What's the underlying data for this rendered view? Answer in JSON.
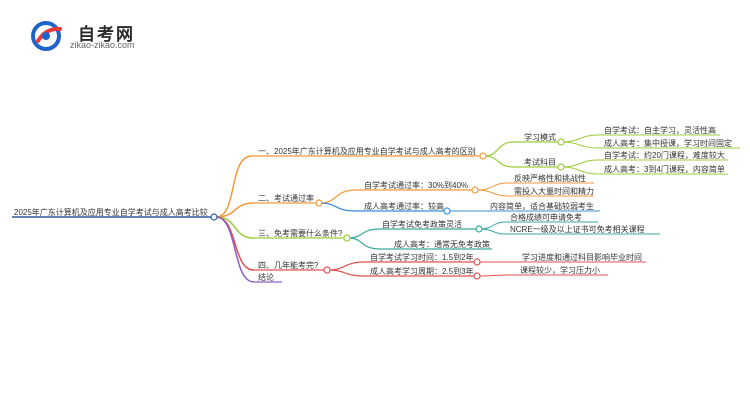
{
  "logo": {
    "title": "自考网",
    "subtitle": "zikao-zikao.com",
    "mark": "zikao-logo-icon"
  },
  "colors": {
    "orange": "#f29a38",
    "green": "#9ccc3c",
    "red": "#e05050",
    "blue": "#3a8fd8",
    "teal": "#3aa89c",
    "purple": "#8e5fc7",
    "gray": "#999999",
    "darkblue": "#2c5aa0"
  },
  "mindmap": {
    "root": "2025年广东计算机及应用专业自学考试与成人高考比较",
    "branches": [
      {
        "label": "一、2025年广东计算机及应用专业自学考试与成人高考的区别",
        "children": [
          {
            "label": "学习模式",
            "leaves": [
              "自学考试：自主学习，灵活性高",
              "成人高考：集中授课，学习时间固定"
            ]
          },
          {
            "label": "考试科目",
            "leaves": [
              "自学考试：约20门课程，难度较大",
              "成人高考：3到4门课程，内容简单"
            ]
          }
        ]
      },
      {
        "label": "二、考试通过率",
        "children": [
          {
            "label": "自学考试通过率：30%到40%",
            "leaves": [
              "反映严格性和挑战性",
              "需投入大量时间和精力"
            ]
          },
          {
            "label": "成人高考通过率：较高",
            "leaves": [
              "内容简单，适合基础较弱考生"
            ]
          }
        ]
      },
      {
        "label": "三、免考需要什么条件?",
        "children": [
          {
            "label": "自学考试免考政策灵活",
            "leaves": [
              "合格成绩可申请免考",
              "NCRE一级及以上证书可免考相关课程"
            ]
          },
          {
            "label": "成人高考：通常无免考政策",
            "leaves": []
          }
        ]
      },
      {
        "label": "四、几年能考完?",
        "children": [
          {
            "label": "自学考试学习时间：1.5到2年",
            "leaves": [
              "学习进度和通过科目影响毕业时间"
            ]
          },
          {
            "label": "成人高考学习周期：2.5到3年",
            "leaves": [
              "课程较少，学习压力小"
            ]
          }
        ]
      },
      {
        "label": "结论",
        "children": []
      }
    ]
  }
}
